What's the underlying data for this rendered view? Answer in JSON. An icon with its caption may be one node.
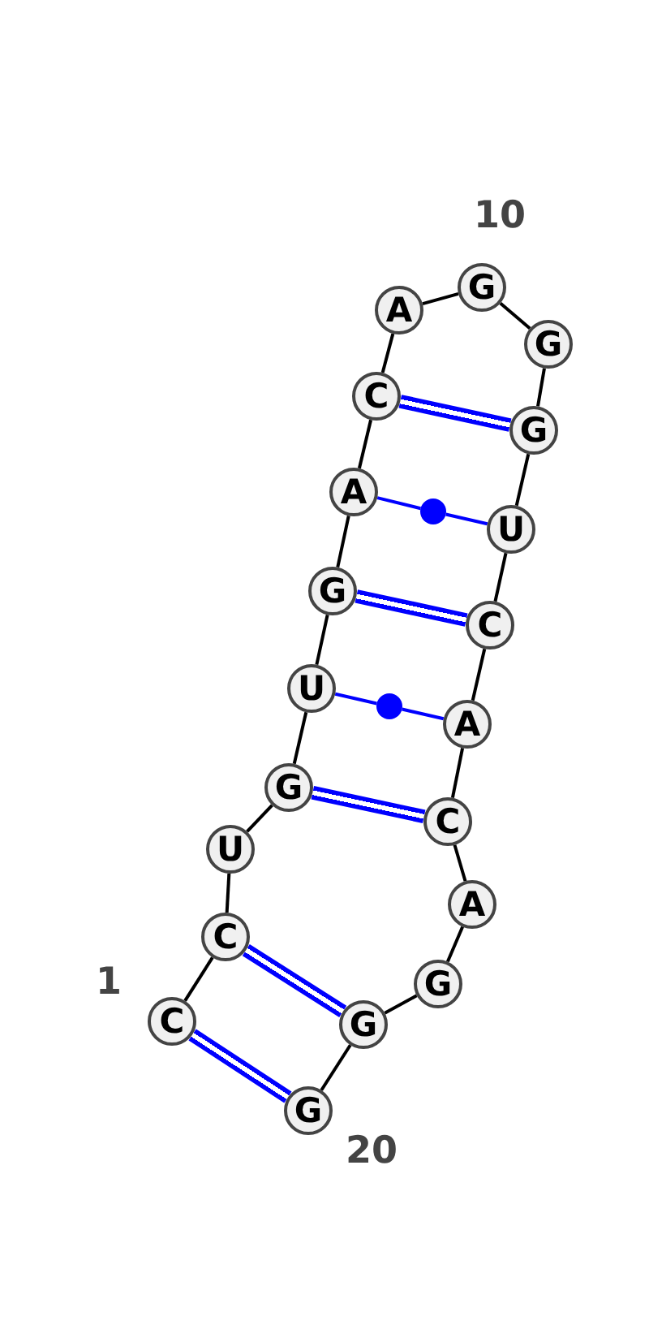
{
  "diagram": {
    "nodes": [
      {
        "text": [
          "C"
        ]
      },
      {
        "text": [
          "C"
        ]
      },
      {
        "text": [
          "U"
        ]
      },
      {
        "text": [
          "G"
        ]
      },
      {
        "text": [
          "U"
        ]
      },
      {
        "text": [
          "G"
        ]
      },
      {
        "text": [
          "A"
        ]
      },
      {
        "text": [
          "C"
        ]
      },
      {
        "text": [
          "A"
        ]
      },
      {
        "text": [
          "G"
        ]
      },
      {
        "text": [
          "G"
        ]
      },
      {
        "text": [
          "G"
        ]
      },
      {
        "text": [
          "U"
        ]
      },
      {
        "text": [
          "C"
        ]
      },
      {
        "text": [
          "A"
        ]
      },
      {
        "text": [
          "C"
        ]
      },
      {
        "text": [
          "A"
        ]
      },
      {
        "text": [
          "G"
        ]
      },
      {
        "text": [
          "G"
        ]
      },
      {
        "text": [
          "G"
        ]
      },
      {
        "text": [],
        "shape": "circle"
      },
      {
        "text": [],
        "shape": "circle"
      }
    ],
    "edges": [
      {
        "from": 0,
        "to": 1,
        "arrow": "none"
      },
      {
        "from": 1,
        "to": 2,
        "arrow": "none"
      },
      {
        "from": 2,
        "to": 3,
        "arrow": "none"
      },
      {
        "from": 3,
        "to": 4,
        "arrow": "none"
      },
      {
        "from": 4,
        "to": 5,
        "arrow": "none"
      },
      {
        "from": 5,
        "to": 6,
        "arrow": "none"
      },
      {
        "from": 6,
        "to": 7,
        "arrow": "none"
      },
      {
        "from": 7,
        "to": 8,
        "arrow": "none"
      },
      {
        "from": 8,
        "to": 9,
        "arrow": "none"
      },
      {
        "from": 9,
        "to": 10,
        "arrow": "none"
      },
      {
        "from": 10,
        "to": 11,
        "arrow": "none"
      },
      {
        "from": 11,
        "to": 12,
        "arrow": "none"
      },
      {
        "from": 12,
        "to": 13,
        "arrow": "none"
      },
      {
        "from": 13,
        "to": 14,
        "arrow": "none"
      },
      {
        "from": 14,
        "to": 15,
        "arrow": "none"
      },
      {
        "from": 15,
        "to": 16,
        "arrow": "none"
      },
      {
        "from": 16,
        "to": 17,
        "arrow": "none"
      },
      {
        "from": 17,
        "to": 18,
        "arrow": "none"
      },
      {
        "from": 18,
        "to": 19,
        "arrow": "none"
      },
      {
        "from": 0,
        "to": 19,
        "arrow": "none",
        "color": "#0000ff"
      },
      {
        "from": 1,
        "to": 18,
        "arrow": "none",
        "color": "#0000ff"
      },
      {
        "from": 3,
        "to": 15,
        "arrow": "none",
        "color": "#0000ff"
      },
      {
        "from": 4,
        "to": 20,
        "arrow": "none",
        "color": "#0000ff"
      },
      {
        "from": 20,
        "to": 14,
        "arrow": "none",
        "color": "#0000ff"
      },
      {
        "from": 5,
        "to": 13,
        "arrow": "none",
        "color": "#0000ff"
      },
      {
        "from": 6,
        "to": 21,
        "arrow": "none",
        "color": "#0000ff"
      },
      {
        "from": 21,
        "to": 12,
        "arrow": "none",
        "color": "#0000ff"
      },
      {
        "from": 7,
        "to": 11,
        "arrow": "none",
        "color": "#0000ff"
      }
    ],
    "labels": [
      "1",
      "10",
      "20"
    ]
  }
}
